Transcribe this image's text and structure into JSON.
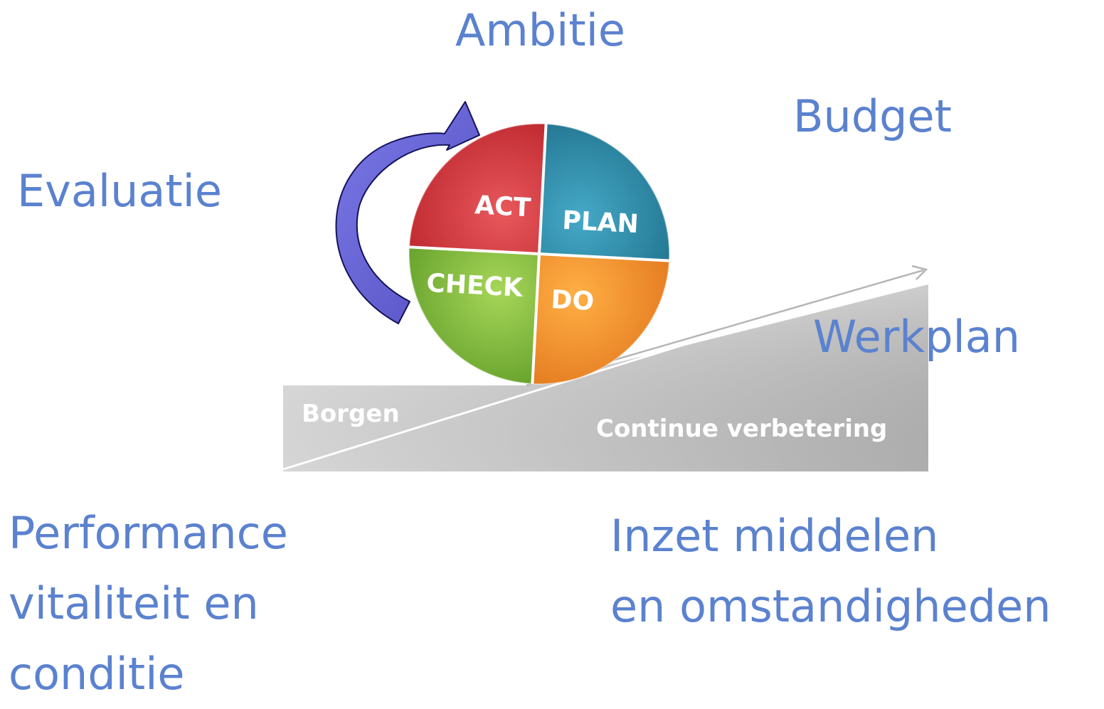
{
  "labels": {
    "ambitie": "Ambitie",
    "budget": "Budget",
    "evaluatie": "Evaluatie",
    "werkplan": "Werkplan",
    "performance": [
      "Performance",
      "vitaliteit en",
      "conditie"
    ],
    "inzet": [
      "Inzet middelen",
      "en omstandigheden"
    ]
  },
  "cycle": {
    "act": "ACT",
    "plan": "PLAN",
    "check": "CHECK",
    "do": "DO"
  },
  "ramp": {
    "borgen": "Borgen",
    "continue": "Continue verbetering"
  },
  "colors": {
    "text": "#5b82cf",
    "act": "#d5373d",
    "plan": "#2f8fad",
    "check": "#87c03c",
    "do": "#f39026",
    "arrow": "#6b68d8",
    "ramp": "#cfcfcf"
  }
}
